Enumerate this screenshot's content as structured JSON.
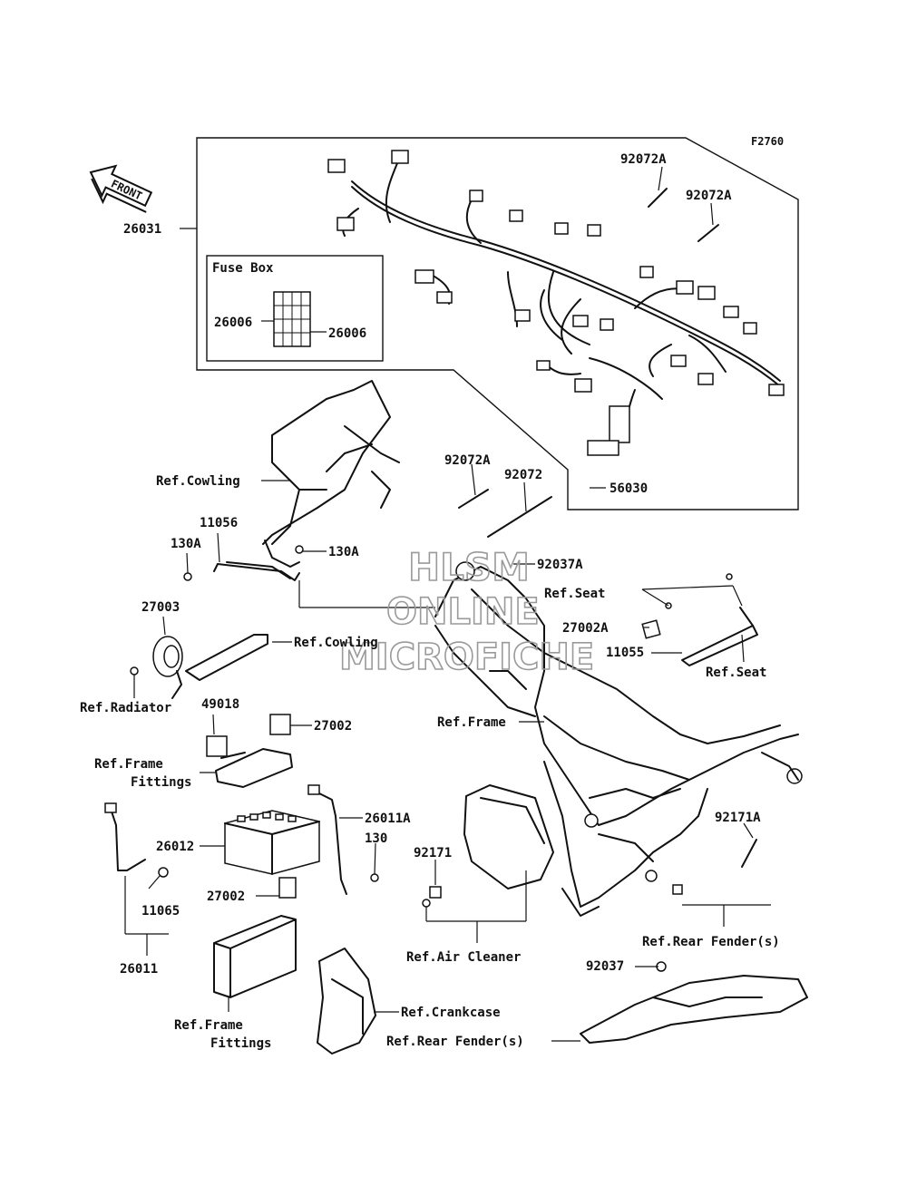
{
  "figure_code": "F2760",
  "front_label": "FRONT",
  "fuse_box_title": "Fuse Box",
  "watermark": {
    "line1": "HLSM",
    "line2": "ONLINE",
    "line3": "MICROFICHE"
  },
  "callouts": [
    {
      "id": "c-92072a-1",
      "text": "92072A"
    },
    {
      "id": "c-92072a-2",
      "text": "92072A"
    },
    {
      "id": "c-26031",
      "text": "26031"
    },
    {
      "id": "c-26006-l",
      "text": "26006"
    },
    {
      "id": "c-26006-r",
      "text": "26006"
    },
    {
      "id": "c-ref-cowling-1",
      "text": "Ref.Cowling"
    },
    {
      "id": "c-92072a-3",
      "text": "92072A"
    },
    {
      "id": "c-92072",
      "text": "92072"
    },
    {
      "id": "c-56030",
      "text": "56030"
    },
    {
      "id": "c-11056",
      "text": "11056"
    },
    {
      "id": "c-130a-1",
      "text": "130A"
    },
    {
      "id": "c-130a-2",
      "text": "130A"
    },
    {
      "id": "c-92037a",
      "text": "92037A"
    },
    {
      "id": "c-ref-seat-1",
      "text": "Ref.Seat"
    },
    {
      "id": "c-27003",
      "text": "27003"
    },
    {
      "id": "c-27002a",
      "text": "27002A"
    },
    {
      "id": "c-ref-cowling-2",
      "text": "Ref.Cowling"
    },
    {
      "id": "c-11055",
      "text": "11055"
    },
    {
      "id": "c-ref-seat-2",
      "text": "Ref.Seat"
    },
    {
      "id": "c-ref-radiator",
      "text": "Ref.Radiator"
    },
    {
      "id": "c-49018",
      "text": "49018"
    },
    {
      "id": "c-27002-1",
      "text": "27002"
    },
    {
      "id": "c-ref-frame",
      "text": "Ref.Frame"
    },
    {
      "id": "c-ref-frame-fittings-1a",
      "text": "Ref.Frame"
    },
    {
      "id": "c-ref-frame-fittings-1b",
      "text": "Fittings"
    },
    {
      "id": "c-26011a",
      "text": "26011A"
    },
    {
      "id": "c-92171a",
      "text": "92171A"
    },
    {
      "id": "c-26012",
      "text": "26012"
    },
    {
      "id": "c-130",
      "text": "130"
    },
    {
      "id": "c-92171",
      "text": "92171"
    },
    {
      "id": "c-11065",
      "text": "11065"
    },
    {
      "id": "c-27002-2",
      "text": "27002"
    },
    {
      "id": "c-ref-rear-fender-1",
      "text": "Ref.Rear Fender(s)"
    },
    {
      "id": "c-ref-air-cleaner",
      "text": "Ref.Air Cleaner"
    },
    {
      "id": "c-26011",
      "text": "26011"
    },
    {
      "id": "c-92037",
      "text": "92037"
    },
    {
      "id": "c-ref-crankcase",
      "text": "Ref.Crankcase"
    },
    {
      "id": "c-ref-frame-fittings-2a",
      "text": "Ref.Frame"
    },
    {
      "id": "c-ref-frame-fittings-2b",
      "text": "Fittings"
    },
    {
      "id": "c-ref-rear-fender-2",
      "text": "Ref.Rear Fender(s)"
    }
  ]
}
